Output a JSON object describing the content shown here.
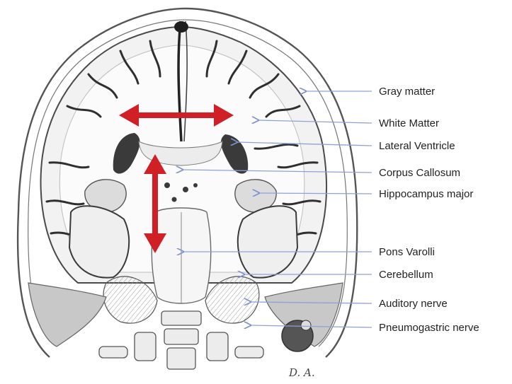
{
  "labels": {
    "gray_matter": "Gray matter",
    "white_matter": "White Matter",
    "lateral_ventricle": "Lateral Ventricle",
    "corpus_callosum": "Corpus Callosum",
    "hippocampus_major": "Hippocampus major",
    "pons_varolli": "Pons Varolli",
    "cerebellum": "Cerebellum",
    "auditory_nerve": "Auditory nerve",
    "pneumogastric_nerve": "Pneumogastric nerve"
  },
  "signature": "D. A.",
  "colors": {
    "arrow": "#d11f26",
    "leader": "#8fa2d6",
    "pencil": "#3a3a3a",
    "shade": "#c8c8c8"
  }
}
